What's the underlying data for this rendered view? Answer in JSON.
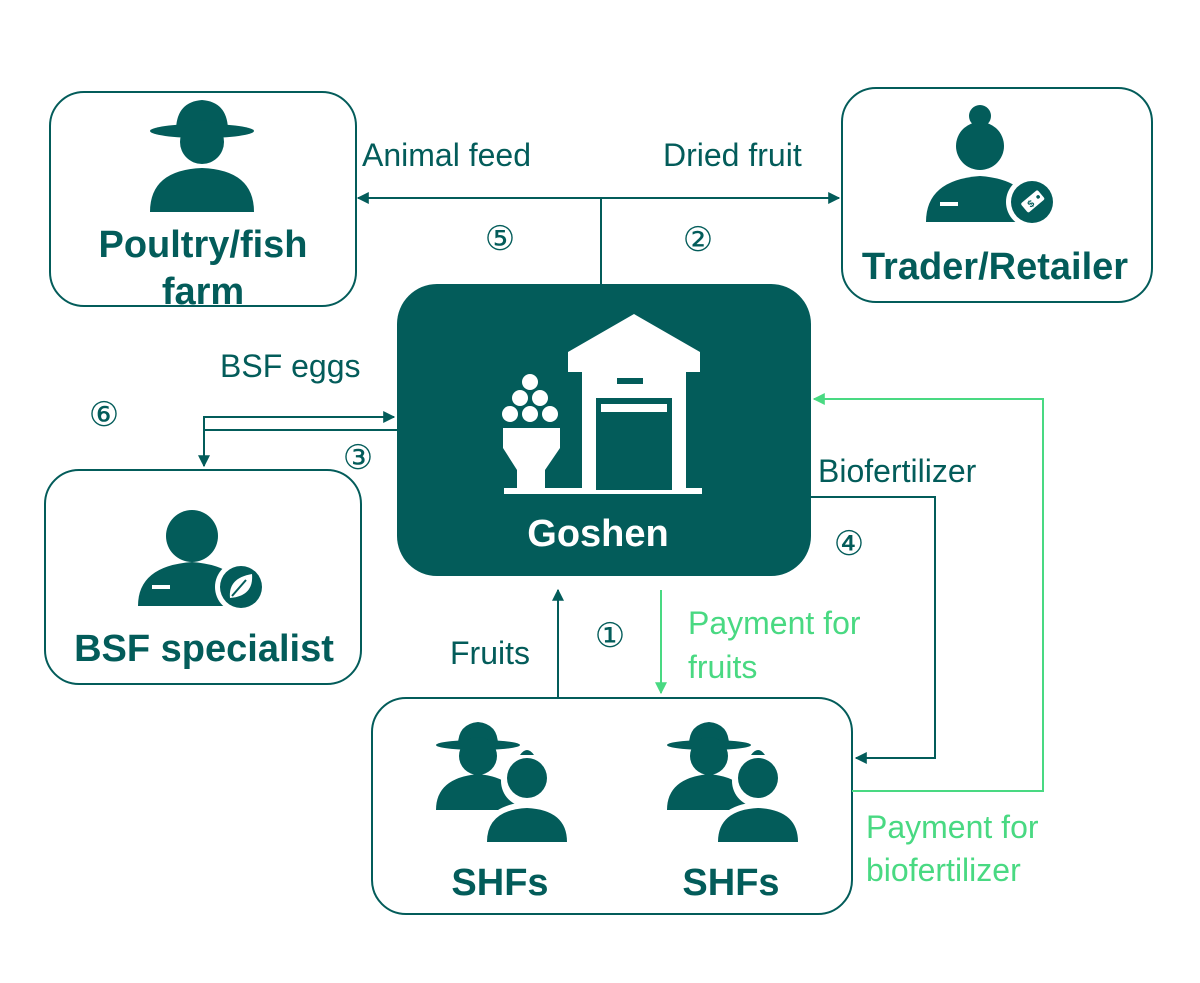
{
  "colors": {
    "primary": "#035c5a",
    "accent": "#49d982",
    "background": "#ffffff"
  },
  "nodes": {
    "poultry": {
      "title_line1": "Poultry/fish",
      "title_line2": "farm",
      "icon": "farmer-hat-icon"
    },
    "trader": {
      "title": "Trader/Retailer",
      "icon": "retailer-price-tag-icon"
    },
    "goshen": {
      "title": "Goshen",
      "icon": "warehouse-icon"
    },
    "bsf": {
      "title": "BSF specialist",
      "icon": "specialist-leaf-icon"
    },
    "shfs": [
      {
        "title": "SHFs",
        "icon": "farmer-with-fruit-icon"
      },
      {
        "title": "SHFs",
        "icon": "farmer-with-fruit-icon"
      }
    ]
  },
  "flows": {
    "animal_feed": "Animal feed",
    "dried_fruit": "Dried fruit",
    "bsf_eggs": "BSF eggs",
    "biofertilizer": "Biofertilizer",
    "fruits": "Fruits",
    "payment_fruits_line1": "Payment for",
    "payment_fruits_line2": "fruits",
    "payment_bio_line1": "Payment for",
    "payment_bio_line2": "biofertilizer"
  },
  "steps": [
    "①",
    "②",
    "③",
    "④",
    "⑤",
    "⑥"
  ]
}
